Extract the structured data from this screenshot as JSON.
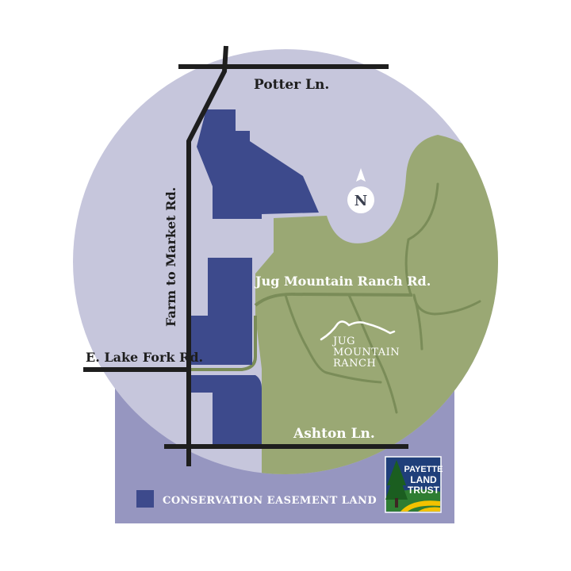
{
  "map": {
    "colors": {
      "background": "#ffffff",
      "panel": "#9696c0",
      "circle": "#c6c6dc",
      "ranch_land": "#9aa874",
      "ranch_trail": "#7a8c58",
      "easement": "#3d4a8c",
      "road": "#1e1e1e",
      "label_dark": "#1e1e1e",
      "label_light": "#ffffff"
    },
    "roads": {
      "potter": "Potter Ln.",
      "farm_to_market": "Farm to Market Rd.",
      "jug_mountain_ranch": "Jug Mountain Ranch Rd.",
      "east_lake_fork": "E. Lake Fork Rd.",
      "ashton": "Ashton Ln."
    },
    "ranch": {
      "line1": "JUG",
      "line2": "MOUNTAIN",
      "line3": "RANCH"
    },
    "compass": {
      "label": "N",
      "icon": "north-arrow-icon"
    },
    "legend": {
      "label": "CONSERVATION EASEMENT LAND",
      "swatch_color": "#3d4a8c"
    },
    "logo": {
      "line1": "PAYETTE",
      "line2": "LAND",
      "line3": "TRUST",
      "icon": "pine-tree-icon"
    }
  }
}
